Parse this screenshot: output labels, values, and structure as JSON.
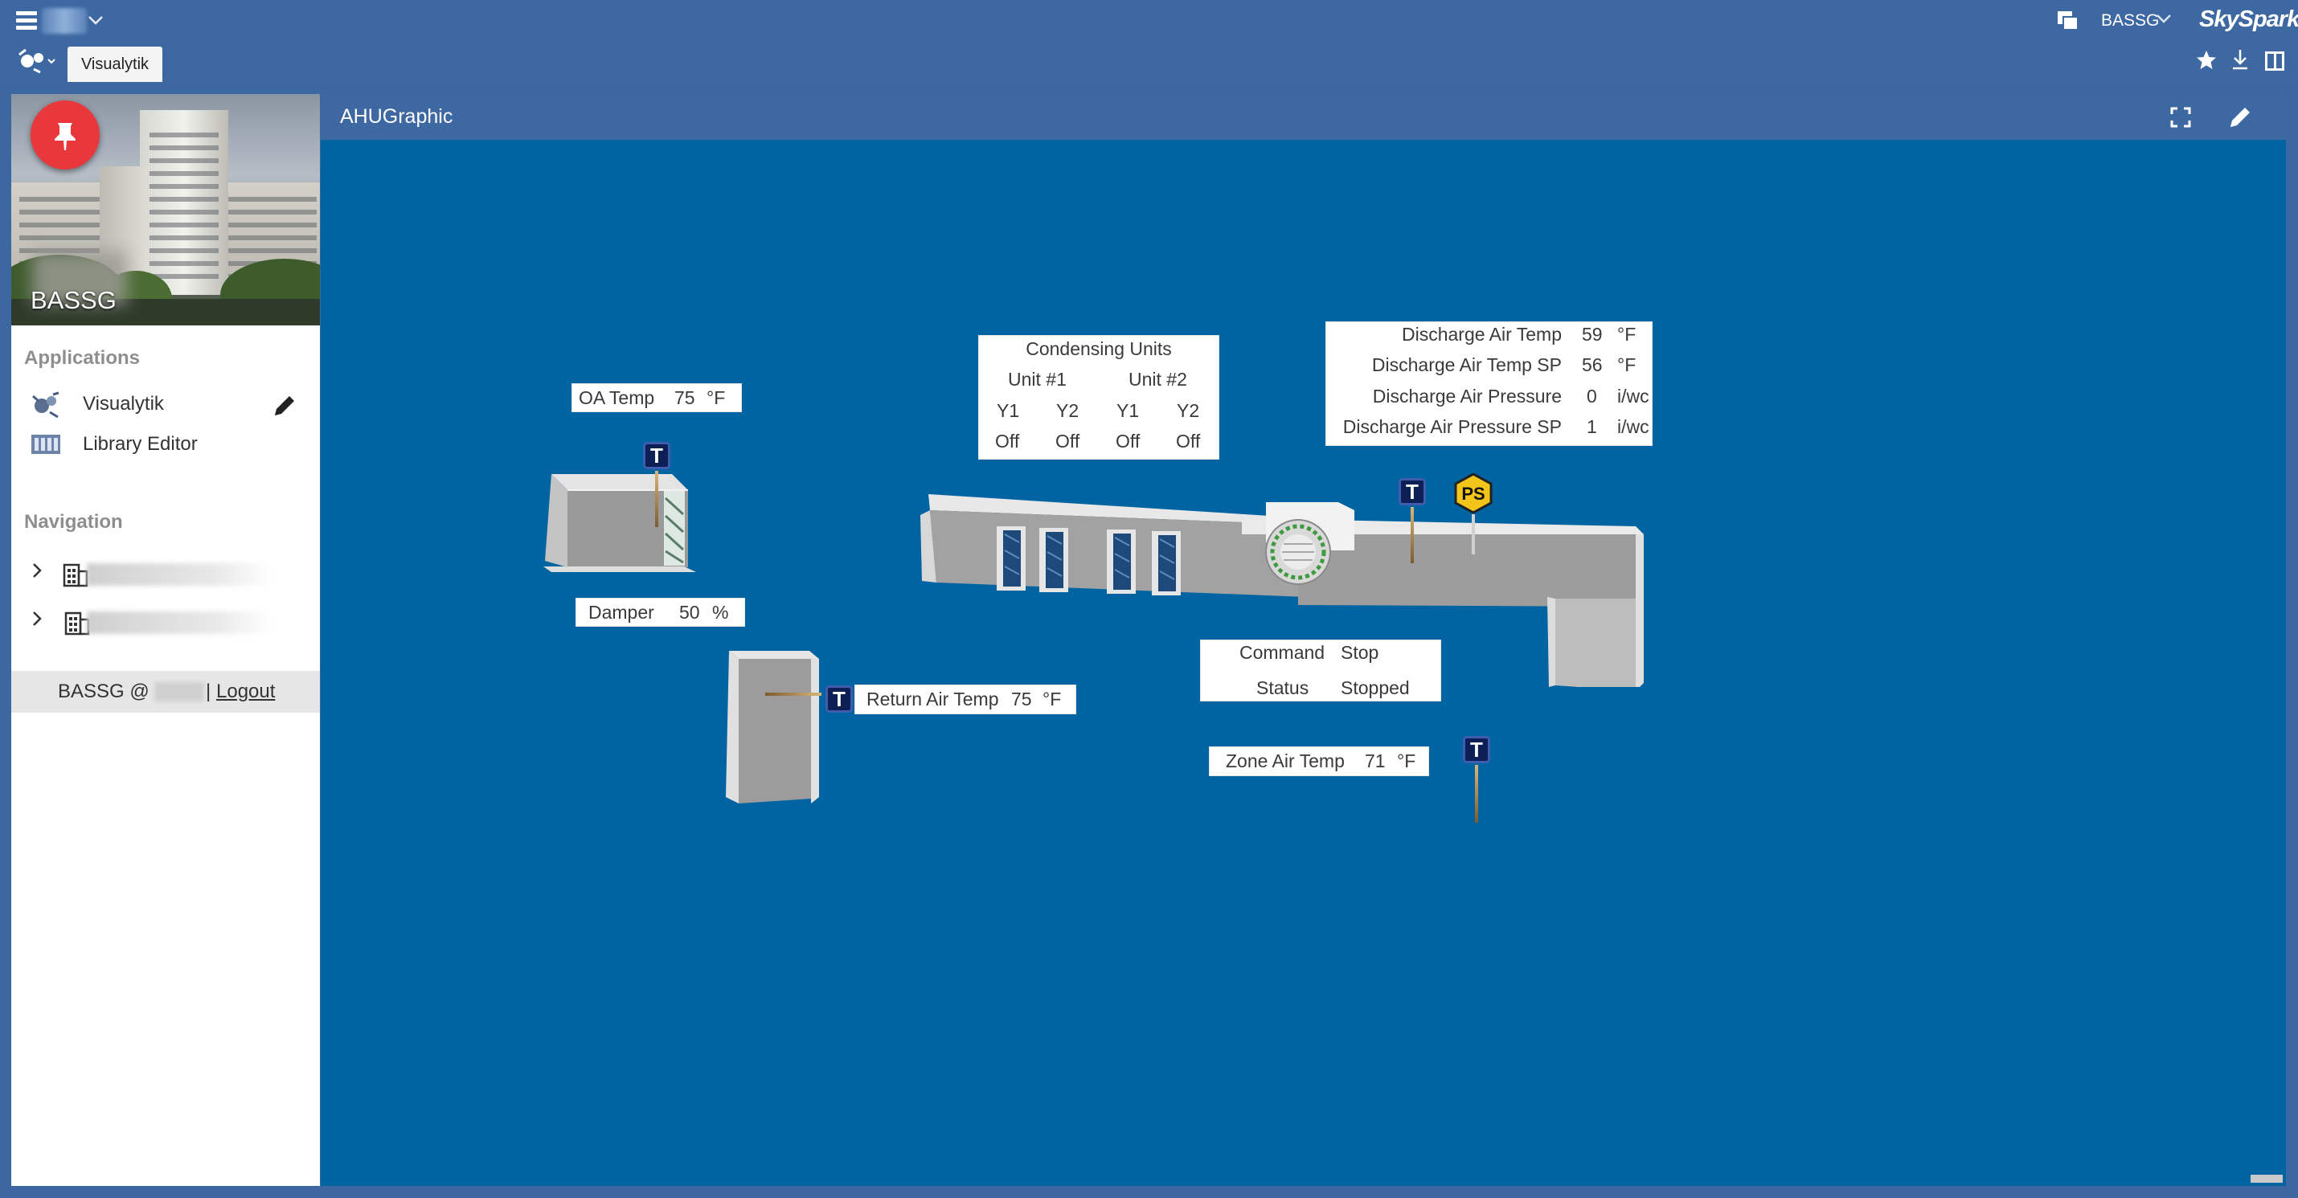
{
  "topbar": {
    "menu_icon": "hamburger-icon",
    "user": "BASSG",
    "brand": "SkySpark",
    "tabs": [
      {
        "label": "Visualytik"
      }
    ]
  },
  "sidebar": {
    "site_name": "BASSG",
    "applications_heading": "Applications",
    "applications": [
      {
        "label": "Visualytik",
        "icon": "visualytik-icon"
      },
      {
        "label": "Library Editor",
        "icon": "library-icon"
      }
    ],
    "navigation_heading": "Navigation",
    "nav_items": [
      {
        "icon": "building-icon"
      },
      {
        "icon": "building-icon"
      }
    ],
    "footer": {
      "user": "BASSG @",
      "separator": "|",
      "logout": "Logout"
    }
  },
  "panel": {
    "title": "AHUGraphic"
  },
  "graphic": {
    "oa_temp": {
      "label": "OA Temp",
      "value": "75",
      "unit": "°F"
    },
    "damper": {
      "label": "Damper",
      "value": "50",
      "unit": "%"
    },
    "return_air_temp": {
      "label": "Return Air Temp",
      "value": "75",
      "unit": "°F"
    },
    "condensing_units": {
      "title": "Condensing Units",
      "units": [
        {
          "name": "Unit #1",
          "stages": [
            {
              "label": "Y1",
              "state": "Off"
            },
            {
              "label": "Y2",
              "state": "Off"
            }
          ]
        },
        {
          "name": "Unit #2",
          "stages": [
            {
              "label": "Y1",
              "state": "Off"
            },
            {
              "label": "Y2",
              "state": "Off"
            }
          ]
        }
      ]
    },
    "discharge": [
      {
        "label": "Discharge Air Temp",
        "value": "59",
        "unit": "°F"
      },
      {
        "label": "Discharge Air Temp SP",
        "value": "56",
        "unit": "°F"
      },
      {
        "label": "Discharge Air Pressure",
        "value": "0",
        "unit": "i/wc"
      },
      {
        "label": "Discharge Air Pressure SP",
        "value": "1",
        "unit": "i/wc"
      }
    ],
    "fan": {
      "command_label": "Command",
      "command_value": "Stop",
      "status_label": "Status",
      "status_value": "Stopped"
    },
    "zone_air_temp": {
      "label": "Zone Air Temp",
      "value": "71",
      "unit": "°F"
    },
    "sensor_letter": "T",
    "pressure_sensor": "PS"
  }
}
